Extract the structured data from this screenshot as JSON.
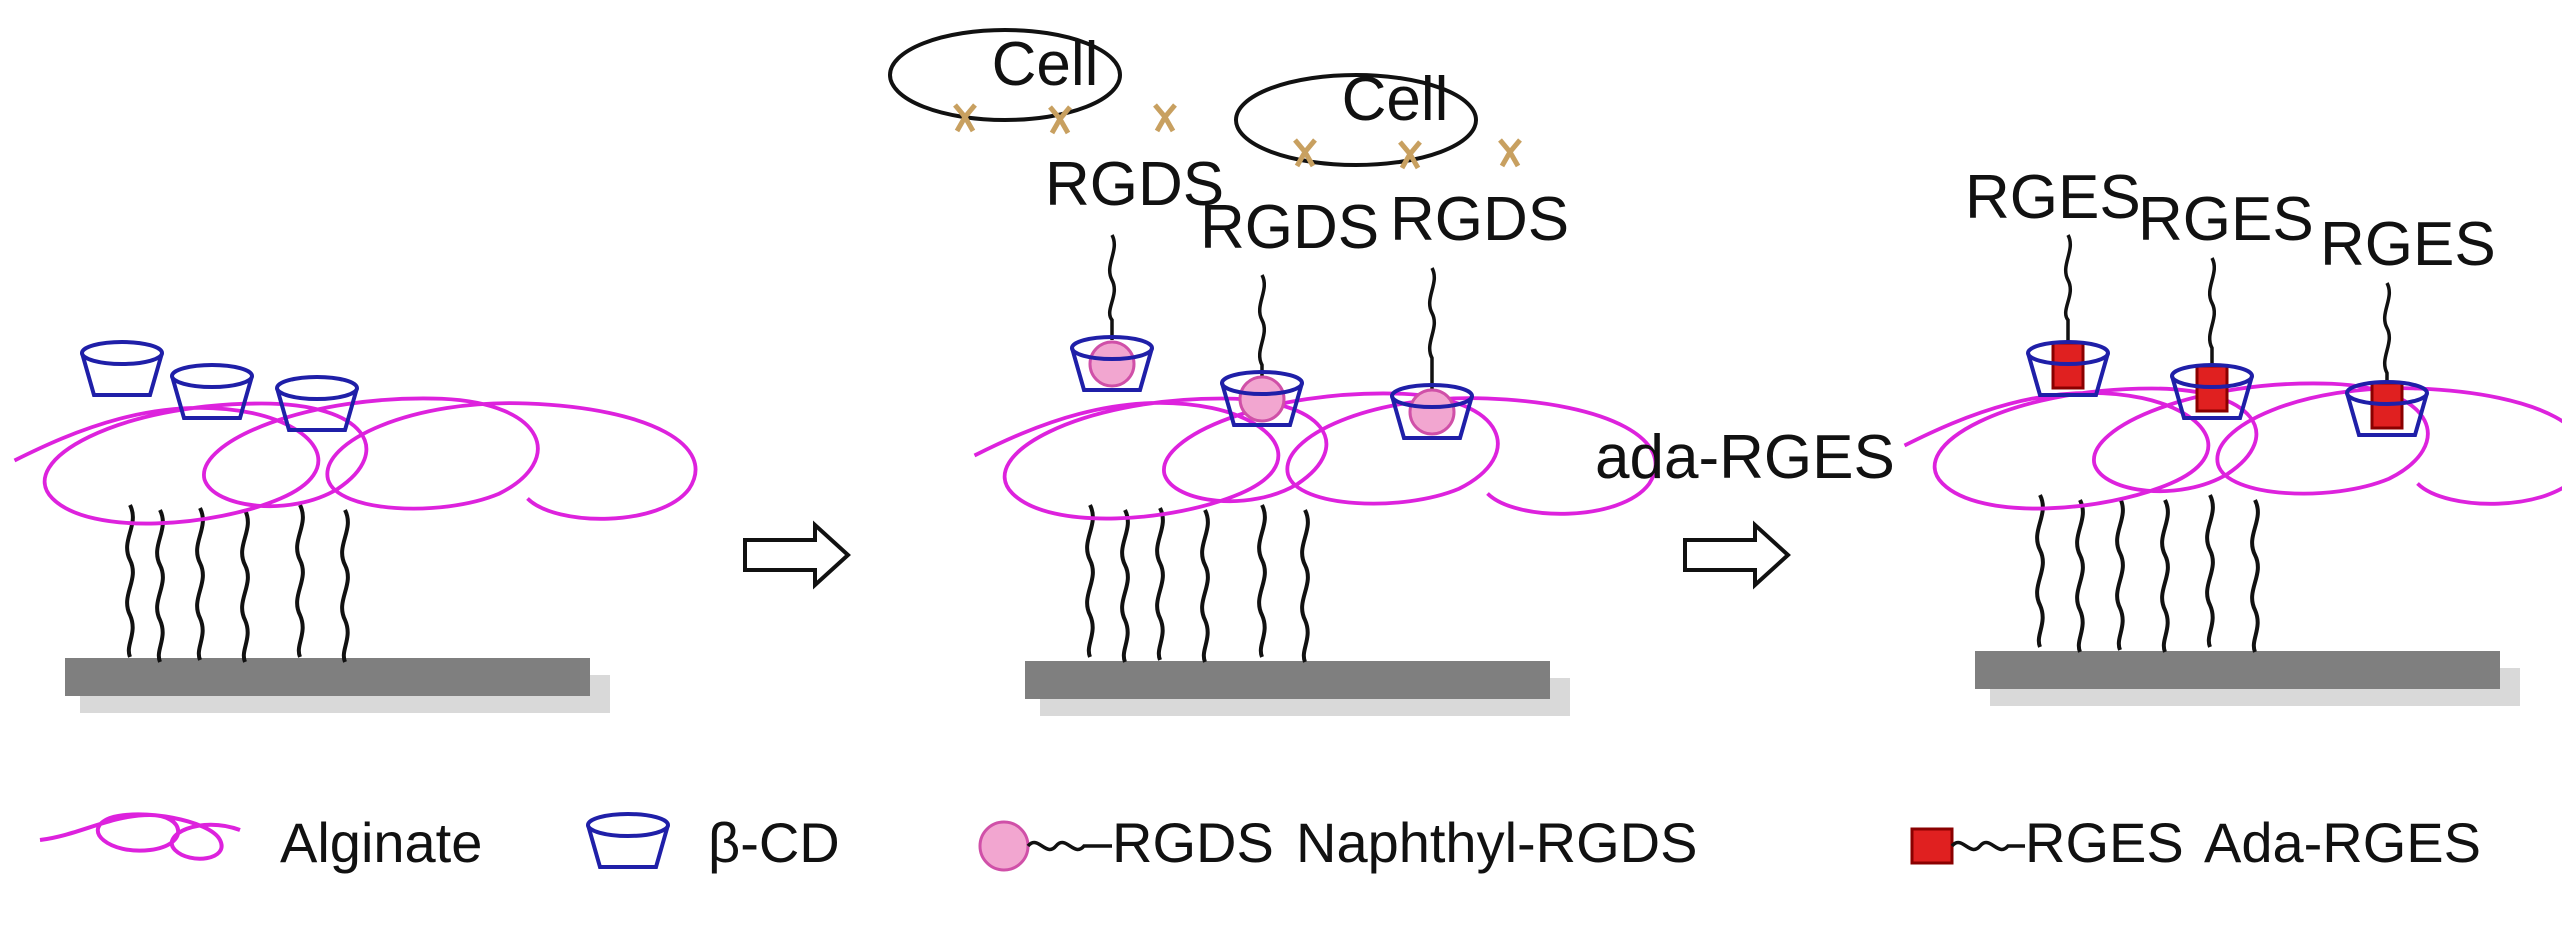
{
  "colors": {
    "alginate": "#dd22dd",
    "cd": "#1f1fa8",
    "naphthyl_fill": "#f2a6d0",
    "naphthyl_stroke": "#d050a8",
    "ada_fill": "#e02020",
    "ada_stroke": "#8a0000",
    "substrate": "#7f7f7f",
    "substrate_shadow": "#d9d9d9",
    "receptor": "#c8a060",
    "linker": "#111111"
  },
  "panel2": {
    "cell_labels": [
      "Cell",
      "Cell"
    ],
    "peptide_labels": [
      "RGDS",
      "RGDS",
      "RGDS"
    ]
  },
  "panel3": {
    "peptide_labels": [
      "RGES",
      "RGES",
      "RGES"
    ]
  },
  "arrows": {
    "second_label": "ada-RGES"
  },
  "legend": {
    "alginate": "Alginate",
    "cd": "β-CD",
    "naphthyl_tag": "RGDS",
    "naphthyl_name": "Naphthyl-RGDS",
    "ada_tag": "RGES",
    "ada_name": "Ada-RGES"
  }
}
